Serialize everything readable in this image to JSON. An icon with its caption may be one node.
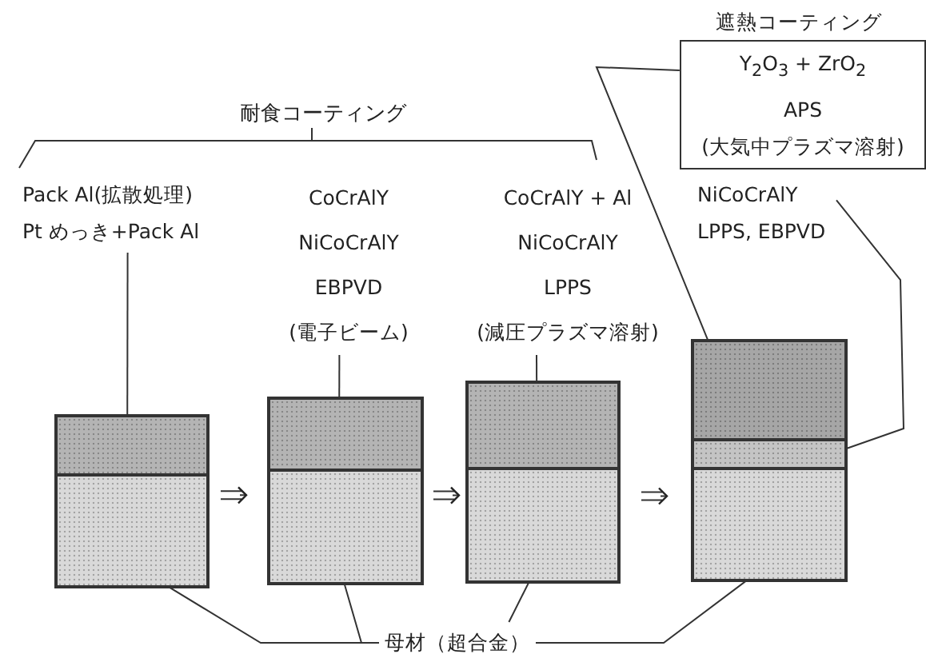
{
  "diagram": {
    "nodes": [
      {
        "text": [
          "Pack Al(拡散処理)",
          "Pt めっき+Pack Al"
        ]
      },
      {
        "text": [
          "CoCrAlY",
          "NiCoCrAlY",
          "EBPVD",
          "(電子ビーム)"
        ]
      },
      {
        "text": [
          "CoCrAlY + Al",
          "NiCoCrAlY",
          "LPPS",
          "(減圧プラズマ溶射)"
        ]
      },
      {
        "text": [
          "遮熱コーティング",
          "Y$_{2}$O$_{3}$ + ZrO$_{2}$",
          "APS",
          "(大気中プラズマ溶射)"
        ]
      },
      {
        "text": [
          "NiCoCrAlY",
          "LPPS, EBPVD"
        ]
      },
      {
        "text": [
          "母材（超合金）"
        ]
      },
      {
        "text": [],
        "shape": "box"
      },
      {
        "text": [],
        "shape": "box"
      },
      {
        "text": [],
        "shape": "box"
      },
      {
        "text": [],
        "shape": "box"
      },
      {
        "text": [],
        "shape": "box"
      },
      {
        "text": [],
        "shape": "box"
      },
      {
        "text": [],
        "shape": "box"
      },
      {
        "text": [],
        "shape": "box"
      },
      {
        "text": [],
        "shape": "box"
      }
    ],
    "edges": [
      {
        "from": 0,
        "to": 6,
        "arrow": "none"
      },
      {
        "from": 1,
        "to": 8,
        "arrow": "none"
      },
      {
        "from": 2,
        "to": 10,
        "arrow": "none"
      },
      {
        "from": 3,
        "to": 12,
        "arrow": "none"
      },
      {
        "from": 4,
        "to": 13,
        "arrow": "none"
      },
      {
        "from": 5,
        "to": 7,
        "arrow": "none"
      },
      {
        "from": 5,
        "to": 9,
        "arrow": "none"
      },
      {
        "from": 5,
        "to": 11,
        "arrow": "none"
      },
      {
        "from": 5,
        "to": 14,
        "arrow": "none"
      },
      {
        "from": 7,
        "to": 9,
        "arrow": "to"
      },
      {
        "from": 9,
        "to": 11,
        "arrow": "to"
      },
      {
        "from": 11,
        "to": 14,
        "arrow": "to"
      }
    ],
    "labels": [
      "耐食コーティング"
    ]
  }
}
